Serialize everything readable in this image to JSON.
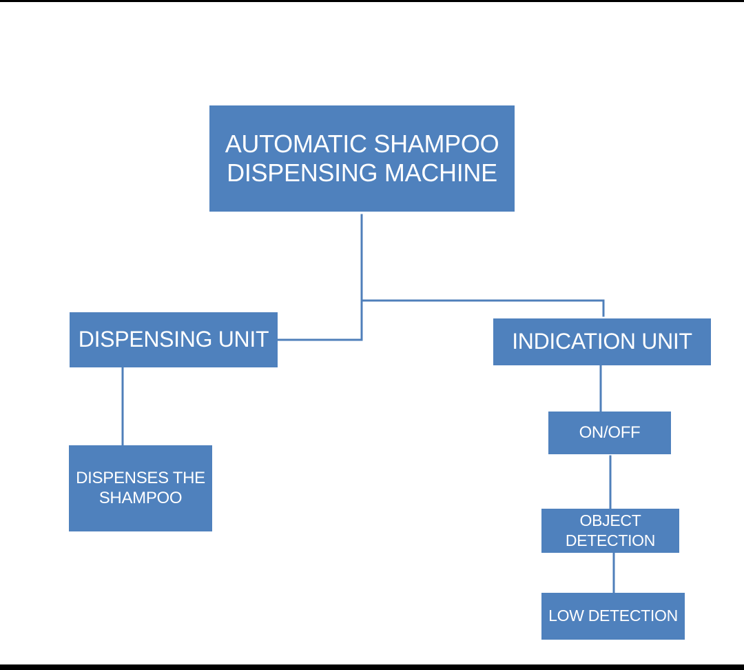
{
  "colors": {
    "box_fill": "#4f81bd",
    "connector": "#4f7fba",
    "box_text": "#ffffff",
    "page_background": "#ffffff",
    "border": "#000000"
  },
  "diagram": {
    "root": {
      "label": "AUTOMATIC SHAMPOO\nDISPENSING MACHINE"
    },
    "dispensing_unit": {
      "label": "DISPENSING UNIT",
      "children": [
        {
          "label": "DISPENSES THE\nSHAMPOO"
        }
      ]
    },
    "indication_unit": {
      "label": "INDICATION UNIT",
      "children": [
        {
          "label": "ON/OFF"
        },
        {
          "label": "OBJECT\nDETECTION"
        },
        {
          "label": "LOW DETECTION"
        }
      ]
    }
  }
}
